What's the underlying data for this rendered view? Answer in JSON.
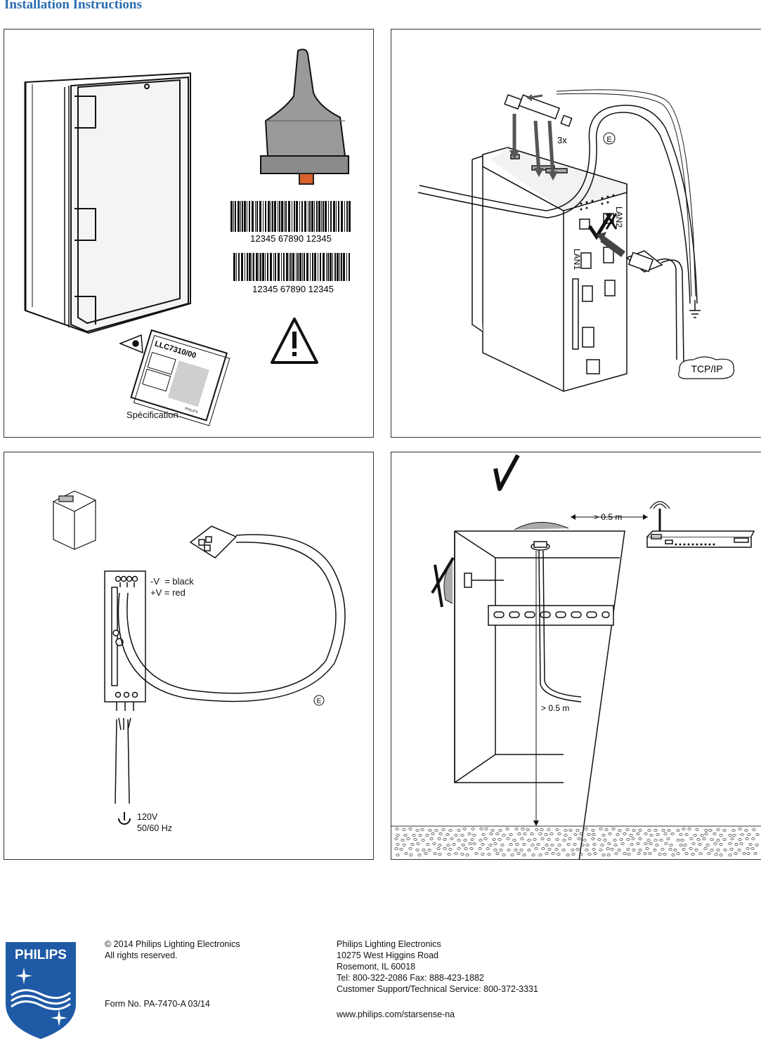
{
  "header": {
    "title": "Installation Instructions"
  },
  "panel1": {
    "barcode1_number": "12345  67890 12345",
    "barcode2_number": "12345  67890 12345",
    "booklet_title": "LLC7310/00",
    "booklet_brand": "PHILIPS",
    "spec_label": "Spécification"
  },
  "panel2": {
    "qty_label": "3x",
    "marker_e": "E",
    "lan1_label": "LAN1",
    "lan2_label": "LAN2",
    "tcpip_label": "TCP/IP"
  },
  "panel3": {
    "wire_note_line1": "-V  = black",
    "wire_note_line2": "+V = red",
    "marker_e": "E",
    "voltage": "120V",
    "frequency": "50/60 Hz"
  },
  "panel4": {
    "distance_top": "> 0.5 m",
    "distance_bottom": "> 0.5 m"
  },
  "footer": {
    "copyright_line1": "© 2014 Philips Lighting Electronics",
    "copyright_line2": "All rights reserved.",
    "form_no": "Form No. PA-7470-A 03/14",
    "company": "Philips Lighting Electronics",
    "street": "10275 West Higgins Road",
    "city": "Rosemont, IL 60018",
    "phone": "Tel: 800-322-2086 Fax: 888-423-1882",
    "support": "Customer Support/Technical Service: 800-372-3331",
    "website": "www.philips.com/starsense-na",
    "logo_text": "PHILIPS"
  },
  "colors": {
    "title_blue": "#2b6cb0",
    "logo_blue": "#1f5aa6",
    "tag_orange": "#d9602a"
  }
}
